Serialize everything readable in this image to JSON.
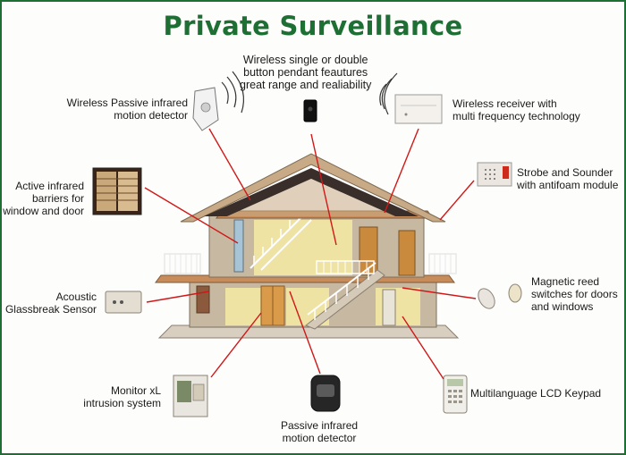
{
  "title": "Private Surveillance",
  "colors": {
    "title": "#1d6f33",
    "border": "#1d6f33",
    "callout_line": "#d01818",
    "roof": "#c8ab86",
    "roof_dark": "#3a2e2a",
    "wall": "#c7b8a2",
    "wall_yellow": "#efe3a4",
    "floor": "#c88c5a",
    "door": "#c98a3e"
  },
  "labels": {
    "pendant": [
      "Wireless single or double",
      "button pendant feautures",
      "great range and realiability"
    ],
    "pir_top": [
      "Wireless Passive infrared",
      "motion detector"
    ],
    "receiver": [
      "Wireless receiver with",
      "multi frequency technology"
    ],
    "infrared_barriers": [
      "Active infrared",
      "barriers for",
      "window and door"
    ],
    "strobe": [
      "Strobe and Sounder",
      "with antifoam module"
    ],
    "glassbreak": [
      "Acoustic",
      "Glassbreak Sensor"
    ],
    "reed": [
      "Magnetic reed",
      "switches for doors",
      "and windows"
    ],
    "monitor": [
      "Monitor xL",
      "intrusion system"
    ],
    "keypad": [
      "Multilanguage LCD Keypad"
    ],
    "pir_bottom": [
      "Passive infrared",
      "motion detector"
    ]
  },
  "icons": {
    "pir_top": "pir-sensor-icon",
    "pendant": "pendant-remote-icon",
    "receiver": "wireless-receiver-icon",
    "window": "window-photo-icon",
    "strobe": "strobe-siren-icon",
    "glassbreak": "glassbreak-sensor-icon",
    "reed": "magnetic-reed-icon",
    "monitor": "control-panel-icon",
    "keypad": "lcd-keypad-icon",
    "pir_bottom": "pir-dome-sensor-icon"
  }
}
